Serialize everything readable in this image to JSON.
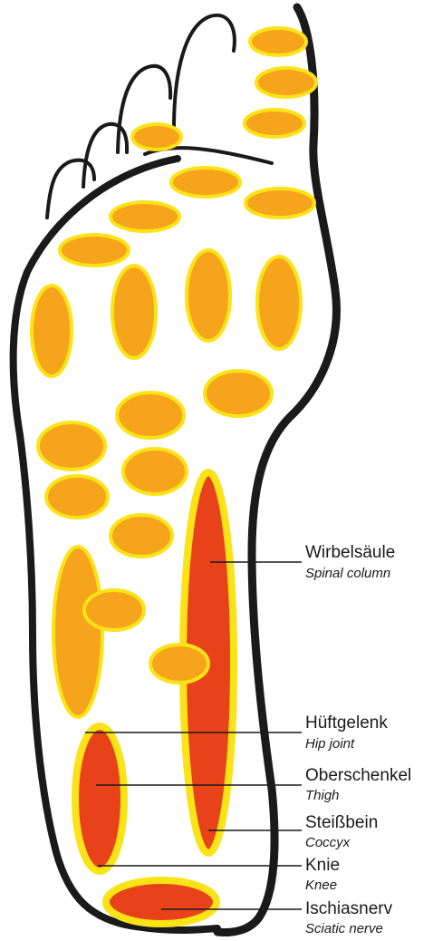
{
  "colors": {
    "zone_orange": "#f6a41b",
    "zone_red": "#e8421a",
    "zone_rim": "#fbe318",
    "outline": "#1a1a1a"
  },
  "labels": [
    {
      "id": "spinal",
      "de": "Wirbelsäule",
      "en": "Spinal column"
    },
    {
      "id": "hip",
      "de": "Hüftgelenk",
      "en": "Hip joint"
    },
    {
      "id": "thigh",
      "de": "Oberschenkel",
      "en": "Thigh"
    },
    {
      "id": "coccyx",
      "de": "Steißbein",
      "en": "Coccyx"
    },
    {
      "id": "knee",
      "de": "Knie",
      "en": "Knee"
    },
    {
      "id": "sciatic",
      "de": "Ischiasnerv",
      "en": "Sciatic nerve"
    }
  ]
}
